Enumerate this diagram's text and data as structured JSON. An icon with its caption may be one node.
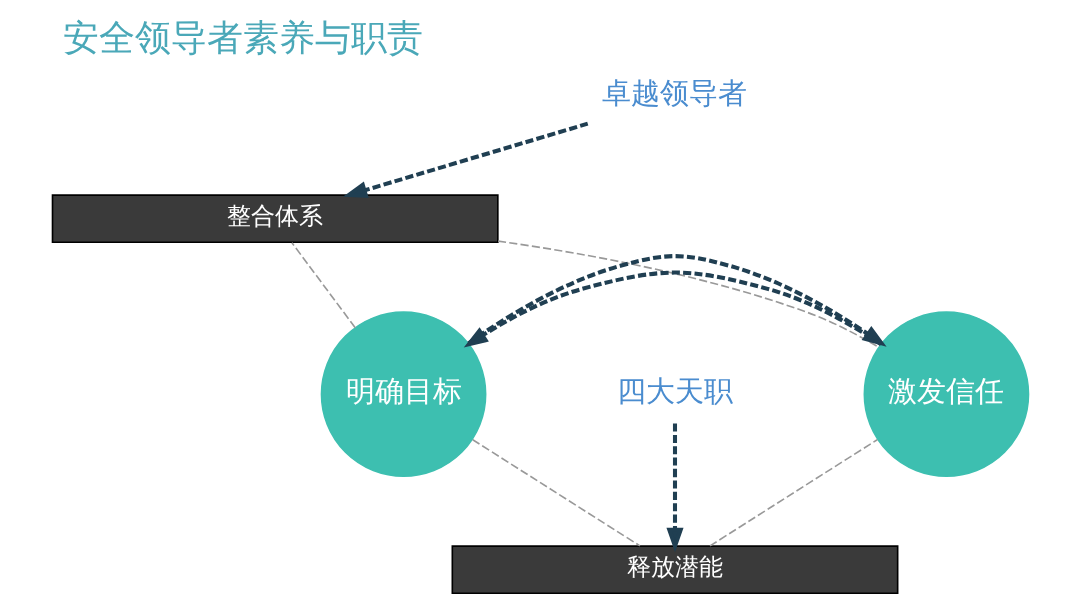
{
  "diagram": {
    "title": "安全领导者素养与职责",
    "nodes": [
      {
        "text": [
          "整合体系"
        ]
      },
      {
        "text": [
          "明确目标"
        ]
      },
      {
        "text": [
          "卓越领导者"
        ]
      },
      {
        "text": [
          "激发信任"
        ]
      },
      {
        "text": [
          "四大天职"
        ]
      },
      {
        "text": [
          "释放潜能"
        ]
      }
    ],
    "edges": [
      {
        "from": 2,
        "to": 0,
        "arrow": "to",
        "style": "dashed",
        "color": "#203f52"
      },
      {
        "from": 3,
        "to": 1,
        "arrow": "to",
        "style": "dashed",
        "color": "#203f52"
      },
      {
        "from": 1,
        "to": 3,
        "arrow": "to",
        "style": "dashed",
        "color": "#203f52"
      },
      {
        "from": 4,
        "to": 5,
        "arrow": "to",
        "style": "dashed",
        "color": "#203f52"
      },
      {
        "from": 1,
        "to": 0,
        "arrow": "none",
        "style": "dashed",
        "color": "#999999"
      },
      {
        "from": 0,
        "to": 3,
        "arrow": "none",
        "style": "dashed",
        "color": "#999999"
      },
      {
        "from": 1,
        "to": 5,
        "arrow": "none",
        "style": "dashed",
        "color": "#999999"
      },
      {
        "from": 5,
        "to": 3,
        "arrow": "none",
        "style": "dashed",
        "color": "#999999"
      }
    ]
  }
}
